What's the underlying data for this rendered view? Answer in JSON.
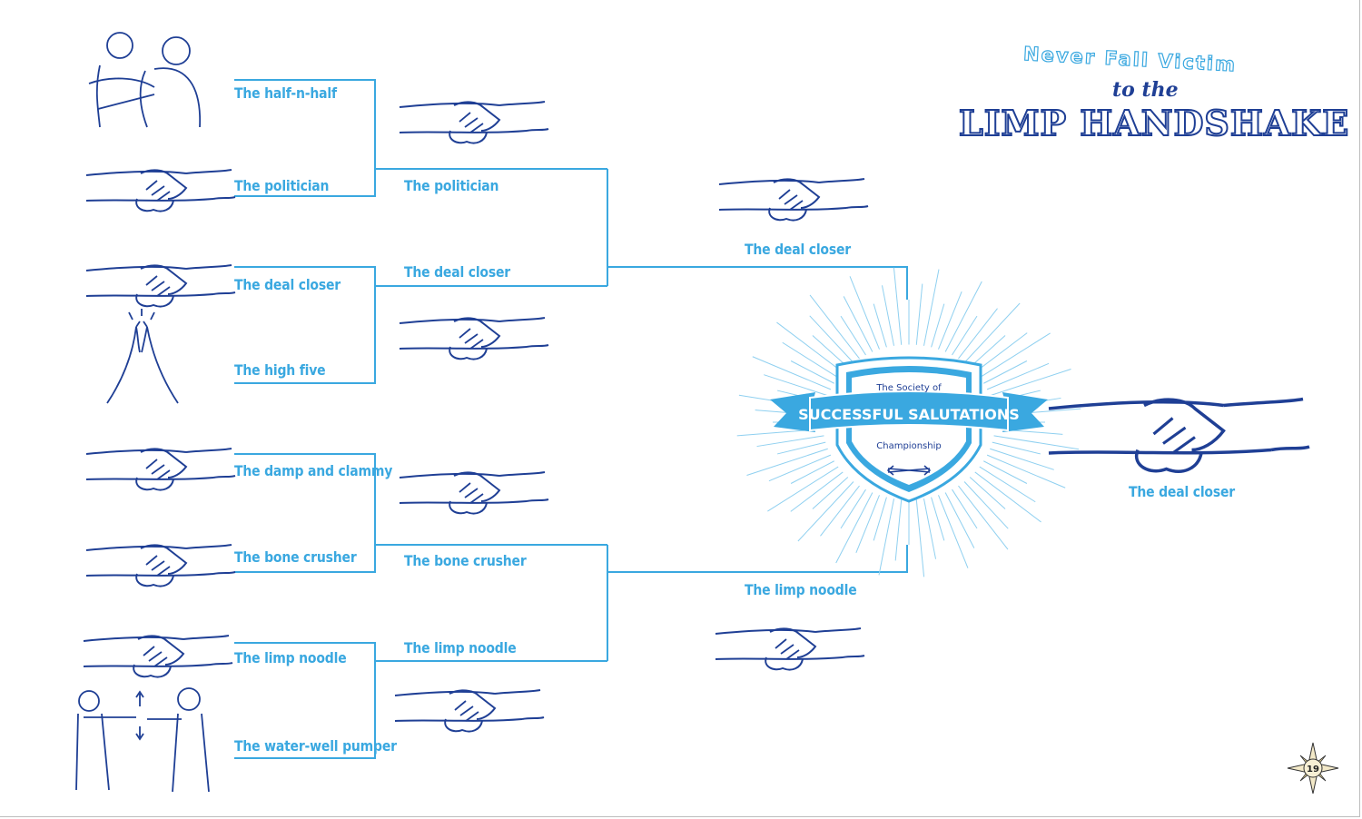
{
  "header": {
    "line1": "Never Fall Victim",
    "line2": "to the",
    "line3": "LIMP HANDSHAKE"
  },
  "badge": {
    "top": "The Society of",
    "ribbon": "SUCCESSFUL SALUTATIONS",
    "bottom": "Championship"
  },
  "bracket": {
    "round1": [
      "The half-n-half",
      "The politician",
      "The deal closer",
      "The high five",
      "The damp and clammy",
      "The bone crusher",
      "The limp noodle",
      "The water-well pumper"
    ],
    "round2": [
      "The politician",
      "The deal closer",
      "The bone crusher",
      "The limp noodle"
    ],
    "semifinal": [
      "The deal closer",
      "The limp noodle"
    ],
    "champion": "The deal closer"
  },
  "page_number": "19",
  "colors": {
    "bracket": "#3aa8e0",
    "ink": "#1f3f95",
    "light": "#8fd0f0"
  },
  "icons": [
    "two-men-hugging-icon",
    "handshake-icon",
    "high-five-icon",
    "fist-bump-icon",
    "compass-rose-icon",
    "crossed-arrows-icon"
  ]
}
